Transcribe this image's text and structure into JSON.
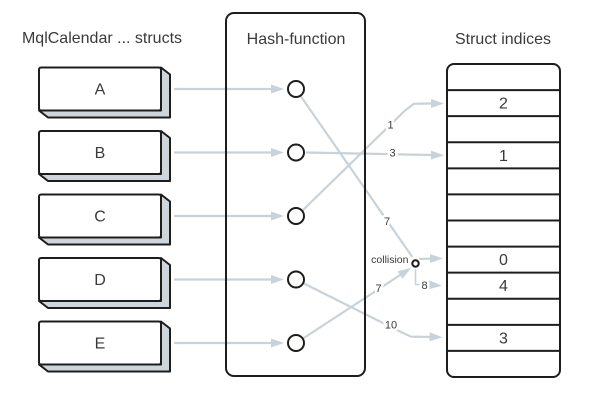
{
  "titles": {
    "structs": "MqlCalendar ... structs",
    "hash": "Hash-function",
    "indices": "Struct indices"
  },
  "structs": [
    "A",
    "B",
    "C",
    "D",
    "E"
  ],
  "table": {
    "rows": [
      "",
      "2",
      "",
      "1",
      "",
      "",
      "",
      "0",
      "4",
      "",
      "3",
      ""
    ]
  },
  "connections": [
    {
      "from": "C",
      "hash_label": "1",
      "row": 1
    },
    {
      "from": "B",
      "hash_label": "3",
      "row": 3
    },
    {
      "from": "A",
      "hash_label": "7",
      "row": 7,
      "collision": true
    },
    {
      "from": "E",
      "hash_label": "7",
      "collision": true,
      "rehash_label": "8",
      "row": 8
    },
    {
      "from": "D",
      "hash_label": "10",
      "row": 10
    }
  ],
  "collision_label": "collision",
  "colors": {
    "connector": "#c9d2d8",
    "outline": "#1d1d1b",
    "box_side": "#ced6db",
    "text": "#3a3a3a"
  }
}
